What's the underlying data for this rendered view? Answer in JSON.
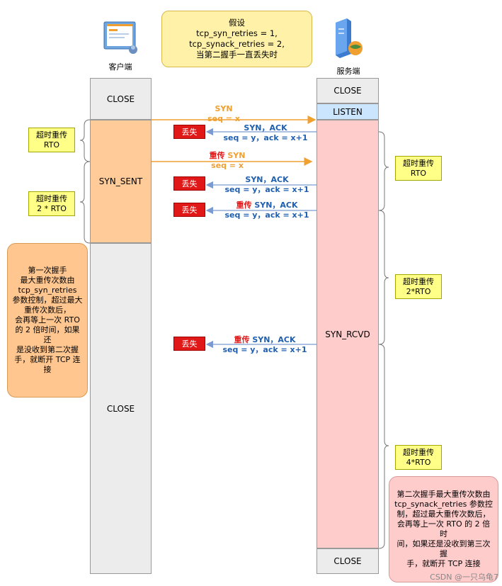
{
  "assumption": {
    "line1": "假设",
    "line2": "tcp_syn_retries = 1,",
    "line3": "tcp_synack_retries = 2,",
    "line4": "当第二握手一直丢失时"
  },
  "client": {
    "label": "客户端"
  },
  "server": {
    "label": "服务端"
  },
  "client_states": {
    "close_top": "CLOSE",
    "syn_sent": "SYN_SENT",
    "close_bottom": "CLOSE"
  },
  "server_states": {
    "close_top": "CLOSE",
    "listen": "LISTEN",
    "syn_rcvd": "SYN_RCVD",
    "close_bottom": "CLOSE"
  },
  "messages": {
    "syn1": {
      "name": "SYN",
      "seq": "seq = x"
    },
    "synack1": {
      "name": "SYN，ACK",
      "detail": "seq = y，ack = x+1"
    },
    "syn_retry": {
      "prefix": "重传",
      "name": "SYN",
      "seq": "seq = x"
    },
    "synack2": {
      "name": "SYN，ACK",
      "detail": "seq = y，ack = x+1"
    },
    "synack_retry1": {
      "prefix": "重传",
      "name": "SYN，ACK",
      "detail": "seq = y，ack = x+1"
    },
    "synack_retry2": {
      "prefix": "重传",
      "name": "SYN，ACK",
      "detail": "seq = y，ack = x+1"
    }
  },
  "lost_label": "丢失",
  "client_timeouts": [
    {
      "l1": "超时重传",
      "l2": "RTO"
    },
    {
      "l1": "超时重传",
      "l2": "2 * RTO"
    }
  ],
  "server_timeouts": [
    {
      "l1": "超时重传",
      "l2": "RTO"
    },
    {
      "l1": "超时重传",
      "l2": "2*RTO"
    },
    {
      "l1": "超时重传",
      "l2": "4*RTO"
    }
  ],
  "client_note": "第一次握手\n最大重传次数由\ntcp_syn_retries\n参数控制，超过最大\n重传次数后，\n会再等上一次 RTO\n的 2 倍时间，如果还\n是没收到第二次握\n手，就断开 TCP 连\n接",
  "server_note": "第二次握手最大重传次数由\ntcp_synack_retries 参数控\n制，超过最大重传次数后，\n会再等上一次 RTO 的 2 倍时\n间，如果还是没收到第三次握\n手，就断开 TCP 连接",
  "watermark": "CSDN @一只乌龟7",
  "colors": {
    "syn_arrow": "#f0a030",
    "synack_arrow": "#7a9ad0",
    "client_active": "#ffcc99",
    "server_active": "#ffcccc",
    "listen": "#cce5ff"
  }
}
